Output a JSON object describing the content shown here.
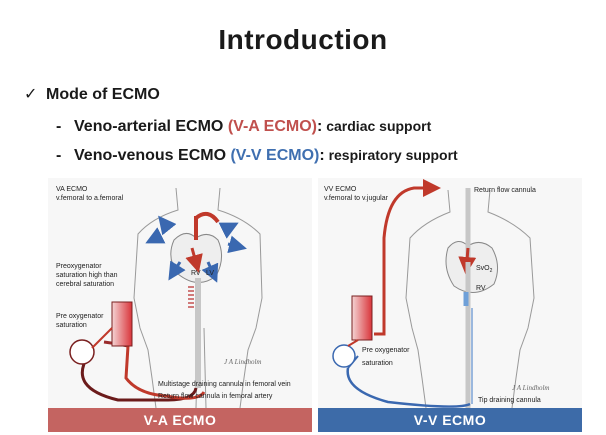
{
  "slide": {
    "title": "Introduction",
    "bullet": {
      "check": "✓",
      "text": "Mode of ECMO"
    },
    "subs": [
      {
        "dash": "-",
        "pre": "Veno-arterial ECMO ",
        "highlight": "(V-A ECMO)",
        "colon": ":",
        "post": " cardiac support"
      },
      {
        "dash": "-",
        "pre": "Veno-venous ECMO ",
        "highlight": "(V-V ECMO)",
        "colon": ":",
        "post": " respiratory support"
      }
    ],
    "colors": {
      "va": "#c0504d",
      "vv": "#3f6fb0"
    }
  },
  "va_diagram": {
    "header_1": "VA ECMO",
    "header_2": "v.femoral to a.femoral",
    "preox_1": "Preoxygenator",
    "preox_2": "saturation high than",
    "preox_3": "cerebral saturation",
    "pre_sat_1": "Pre oxygenator",
    "pre_sat_2": "saturation",
    "rv": "RV",
    "lv": "LV",
    "draining": "Multistage draining cannula in femoral vein",
    "return": "Return flow cannula in femoral artery",
    "signature": "J A Lindholm",
    "bar_label": "V-A ECMO"
  },
  "vv_diagram": {
    "header_1": "VV ECMO",
    "header_2": "v.femoral to v.jugular",
    "return_cannula": "Return flow cannula",
    "svo2": "SvO",
    "svo2_sub": "2",
    "rv": "RV",
    "pre_sat_1": "Pre oxygenator",
    "pre_sat_2": "saturation",
    "tip": "Tip draining cannula",
    "signature": "J A Lindholm",
    "bar_label": "V-V ECMO"
  }
}
